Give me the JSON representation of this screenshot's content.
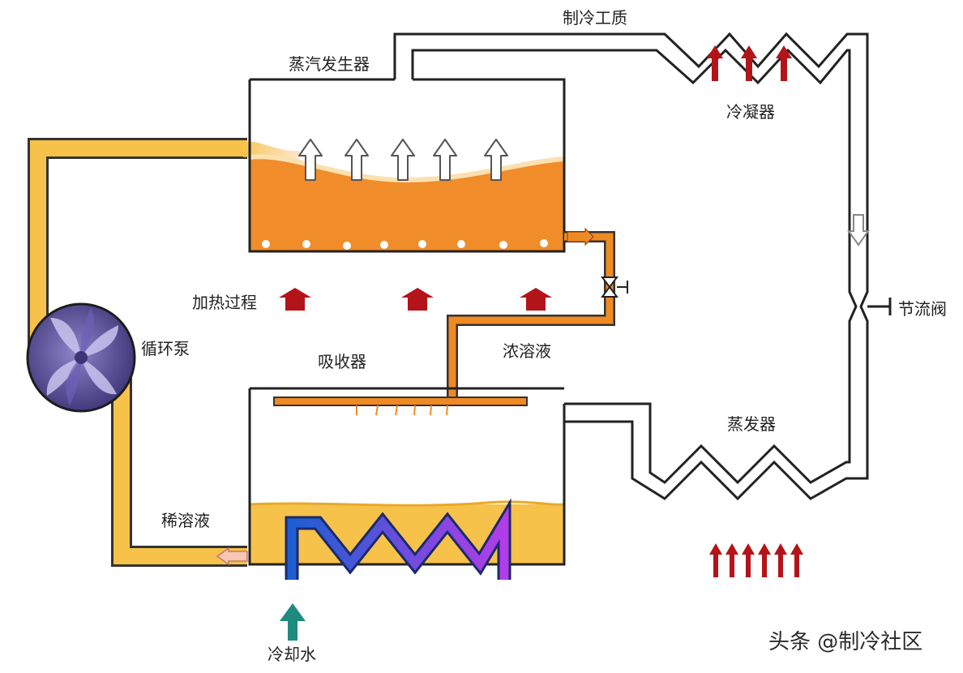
{
  "diagram": {
    "labels": {
      "refrigerant": "制冷工质",
      "generator": "蒸汽发生器",
      "condenser": "冷凝器",
      "heating_process": "加热过程",
      "circulation_pump": "循环泵",
      "throttle_valve": "节流阀",
      "absorber": "吸收器",
      "strong_solution": "浓溶液",
      "evaporator": "蒸发器",
      "weak_solution": "稀溶液",
      "cooling_water": "冷却水"
    },
    "watermark": "头条 @制冷社区",
    "colors": {
      "solution_pipe": "#f7c24a",
      "pipe_outline": "#333333",
      "strong_liquid": "#f08c2a",
      "strong_pipe": "#ef8a23",
      "weak_liquid": "#f7c24a",
      "heat_arrow": "#b3141a",
      "cooling_arrow": "#1f8b7e",
      "coil_start": "#1d5fd1",
      "coil_end": "#b13de8",
      "pump": "#5a4f9a"
    }
  }
}
